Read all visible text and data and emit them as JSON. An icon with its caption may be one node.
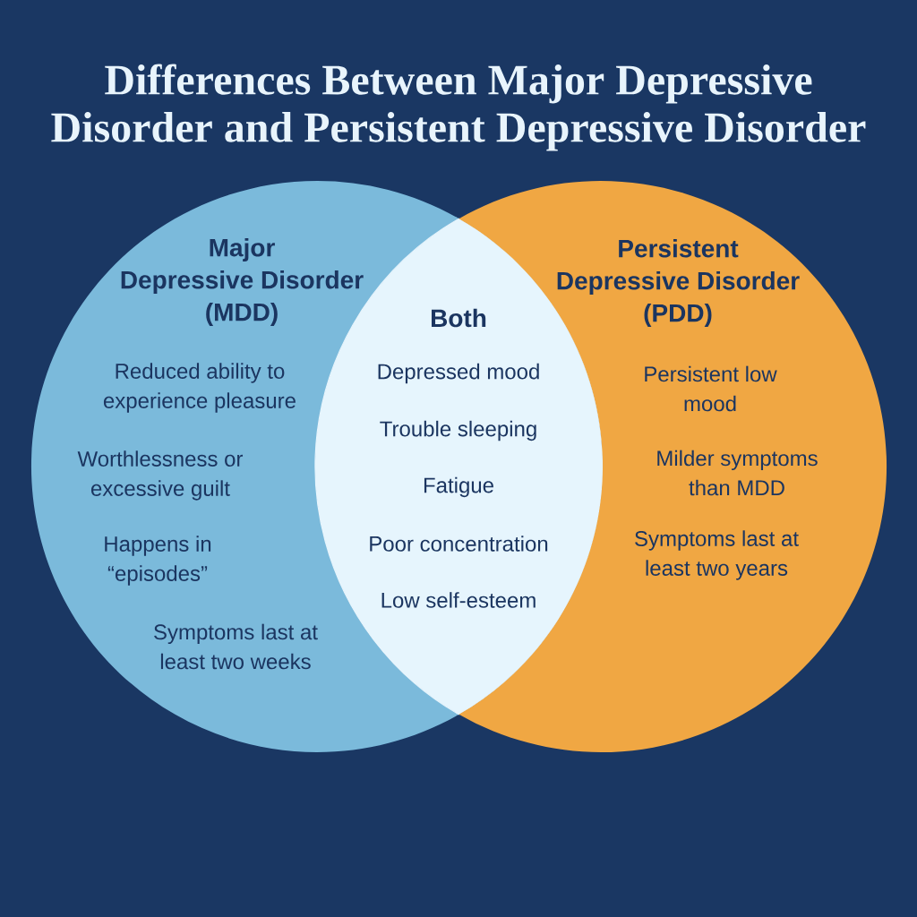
{
  "diagram": {
    "title": "Differences Between Major Depressive Disorder and Persistent Depressive Disorder",
    "nodes": [
      {
        "text": [
          "Major Depressive Disorder (MDD)",
          "Reduced ability to experience pleasure",
          "Worthlessness or excessive guilt",
          "Happens in “episodes”",
          "Symptoms last at least two weeks"
        ]
      },
      {
        "text": [
          "Both",
          "Depressed mood",
          "Trouble sleeping",
          "Fatigue",
          "Poor concentration",
          "Low self-esteem"
        ]
      },
      {
        "text": [
          "Persistent Depressive Disorder (PDD)",
          "Persistent low mood",
          "Milder symptoms than MDD",
          "Symptoms last at least two years"
        ]
      }
    ]
  }
}
